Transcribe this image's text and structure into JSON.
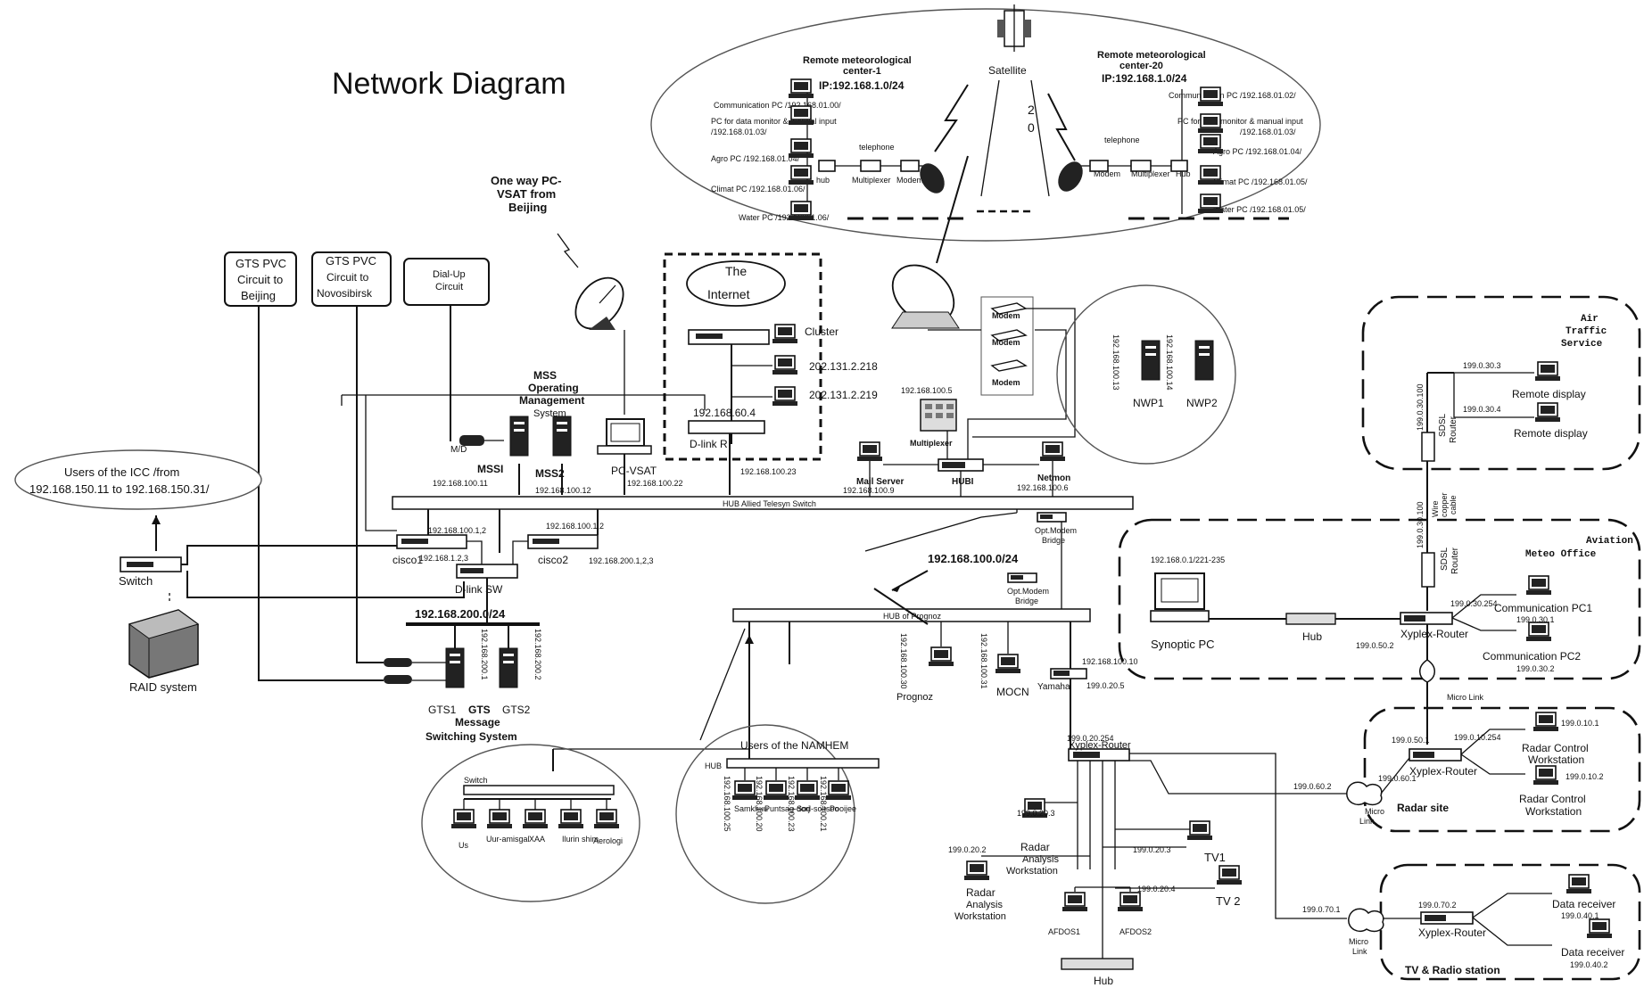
{
  "title": "Network Diagram",
  "satellite": {
    "label": "Satellite",
    "code_top": "2",
    "code_bottom": "0",
    "center1": {
      "name": "Remote meteorological",
      "name2": "center-1",
      "ip": "IP:192.168.1.0/24"
    },
    "center20": {
      "name": "Remote meteorological",
      "name2": "center-20",
      "ip": "IP:192.168.1.0/24"
    },
    "left_pcs": [
      "Communication PC /192.168.01.00/",
      "PC for data monitor & manual input",
      "/192.168.01.03/",
      "Agro PC /192.168.01.04/",
      "Climat PC /192.168.01.06/",
      "Water PC /192.16801.06/"
    ],
    "right_pcs": [
      "Communication PC /192.168.01.02/",
      "PC for data monitor & manual input",
      "/192.168.01.03/",
      "Agro PC /192.168.01.04/",
      "Climat PC /192.168.01.05/",
      "Water PC /192.168.01.05/"
    ],
    "telephone": "telephone",
    "hub": "hub",
    "multiplexer": "Multiplexer",
    "modem": "Modem",
    "telephone_r": "telephone",
    "modem_r": "Modem",
    "multiplexer_r": "Multiplexer",
    "hub_r": "Hub"
  },
  "vsat_note": [
    "One way PC-",
    "VSAT from",
    "Beijing"
  ],
  "circuits": {
    "gts_beijing": [
      "GTS PVC",
      "Circuit to",
      "Beijing"
    ],
    "gts_novosibirsk": [
      "GTS PVC",
      "Circuit to",
      "Novosibirsk"
    ],
    "dialup": [
      "Dial-Up",
      "Circuit"
    ]
  },
  "internet": {
    "label": [
      "The",
      "Internet"
    ],
    "cluster": "Cluster",
    "ip1": "202.131.2.218",
    "ip2": "202.131.2.219",
    "gw_ip": "192.168.60.4",
    "router": "D-link R",
    "router_ip": "192.168.100.23"
  },
  "mss": {
    "label": [
      "MSS",
      "Operating",
      "Management",
      "System"
    ],
    "mss1": "MSSI",
    "mss2": "MSS2",
    "md": "M/D",
    "mss1_ip": "192.168.100.11",
    "mss2_ip": "192.168.100.12",
    "pcvsat": "PC-VSAT",
    "pcvsat_ip": "192.168.100.22"
  },
  "icc": [
    "Users of the ICC /from",
    "192.168.150.11 to 192.168.150.31/"
  ],
  "switch_left": "Switch",
  "raid": "RAID system",
  "core": {
    "hub_allied": "HUB  Allied Telesyn Switch",
    "cisco1": "cisco1",
    "cisco2": "cisco2",
    "cisco1_ip": "192.168.100.1,2",
    "cisco1_ip2": "192.168.1.2,3",
    "cisco2_ip": "192.168.100.1,2",
    "cisco2_ip2": "192.168.200.1,2,3",
    "dlink_sw": "D-link SW",
    "net200": "192.168.200.0/24",
    "net100": "192.168.100.0/24"
  },
  "gts": {
    "gts1": "GTS1",
    "gts": "GTS",
    "gts2": "GTS2",
    "message": "Message",
    "switching": "Switching System",
    "ip1": "192.168.200.1",
    "ip2": "192.168.200.2"
  },
  "namhem": {
    "title": "Users of the NAMHEM",
    "hub": "HUB",
    "users": [
      "Samkhuu",
      "Puntsag-dorj",
      "Sod-soltsoo",
      "Pooijee"
    ],
    "ips": [
      "192.168.100.25",
      "192.168.100.20",
      "192.168.100.23",
      "192.168.100.21"
    ]
  },
  "switch_users": {
    "switch": "Switch",
    "users": [
      "Us",
      "Uur-amisgal",
      "XAA",
      "Ilurin shim",
      "Aerologi"
    ]
  },
  "mailsrv": {
    "label": "Mail Server",
    "ip": "192.168.100.9",
    "hub": "HUBI",
    "multiplexer": "Multiplexer",
    "netmon": "Netmon",
    "netmon_ip": "192.168.100.6"
  },
  "modems": [
    "Modem",
    "Modem",
    "Modem"
  ],
  "modem_ip": "192.168.100.5",
  "nwp": {
    "nwp1": "NWP1",
    "nwp2": "NWP2",
    "ip1": "192.168.100.13",
    "ip2": "192.168.100.14"
  },
  "prognoz": {
    "hub": "HUB of Prognoz",
    "optmodem1": [
      "Opt.Modem",
      "Bridge"
    ],
    "optmodem2": [
      "Opt.Modem",
      "Bridge"
    ],
    "prognoz": "Prognoz",
    "mocn": "MOCN",
    "yamaha": "Yamaha",
    "yamaha_ip": "192.168.100.10",
    "yamaha_ip2": "199.0.20.5",
    "prognoz_ip": "192.168.100.30",
    "mocn_ip": "192.168.100.31"
  },
  "xyplex_main": {
    "label": "Xyplex-Router",
    "ip": "199.0.20.254",
    "radar1": [
      "Radar",
      "Analysis",
      "Workstation"
    ],
    "radar1_ip": "199.0.20.3",
    "radar2": [
      "Radar",
      "Analysis",
      "Workstation"
    ],
    "radar2_ip": "199.0.20.2",
    "tv1": "TV1",
    "tv1_ip": "199.0.20.3",
    "tv2": "TV 2",
    "tv2_ip": "199.0.20.4",
    "afdos1": "AFDOS1",
    "afdos2": "AFDOS2",
    "hub": "Hub"
  },
  "air_traffic": {
    "title": [
      "Air",
      "Traffic",
      "Service"
    ],
    "remote1": "Remote display",
    "remote2": "Remote display",
    "ip1": "199.0.30.3",
    "ip2": "199.0.30.4",
    "sdsl": [
      "SDSL",
      "Router"
    ],
    "sdsl_ip": "199.0.30.100",
    "wire": [
      "Wire",
      "copper",
      "cable"
    ]
  },
  "aviation": {
    "title": [
      "Aviation",
      "Meteo Office"
    ],
    "range": "192.168.0.1/221-235",
    "synoptic": "Synoptic PC",
    "hub": "Hub",
    "xyplex": "Xyplex-Router",
    "xyplex_ip": "199.0.50.2",
    "sdsl": [
      "SDSL",
      "Router"
    ],
    "sdsl_ip": "199.0.30.100",
    "comm1": "Communication PC1",
    "comm1_ip": "199.0.30.1",
    "comm2": "Communication PC2",
    "comm2_ip": "199.0.30.2",
    "link_ip": "199.0.30.254",
    "micro": "Micro Link"
  },
  "radar_site": {
    "title": "Radar site",
    "xyplex": "Xyplex-Router",
    "ip_in": "199.0.50.1",
    "ip_mid": "199.0.10.254",
    "ip_low": "199.0.60.1",
    "rcw1": [
      "Radar Control",
      "Workstation"
    ],
    "rcw1_ip": "199.0.10.1",
    "rcw2": [
      "Radar Control",
      "Workstation"
    ],
    "rcw2_ip": "199.0.10.2",
    "micro": [
      "Micro",
      "Link"
    ],
    "link_ip": "199.0.60.2"
  },
  "tv_station": {
    "title": "TV & Radio station",
    "xyplex": "Xyplex-Router",
    "ip": "199.0.70.2",
    "recv1": "Data receiver",
    "recv1_ip": "199.0.40.1",
    "recv2": "Data receiver",
    "recv2_ip": "199.0.40.2",
    "micro": [
      "Micro",
      "Link"
    ],
    "link_ip": "199.0.70.1"
  }
}
